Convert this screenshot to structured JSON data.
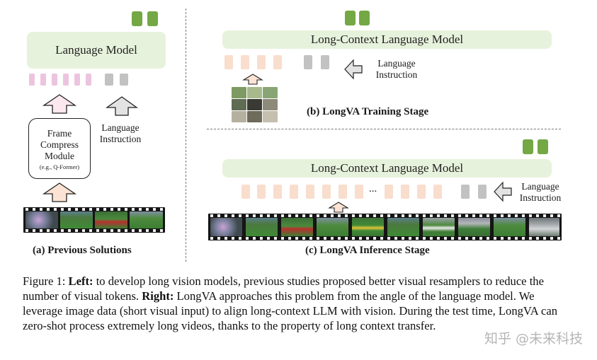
{
  "left_panel": {
    "lm_label": "Language Model",
    "compress_line1": "Frame",
    "compress_line2": "Compress",
    "compress_line3": "Module",
    "compress_note": "(e.g., Q-Former)",
    "instruction_line1": "Language",
    "instruction_line2": "Instruction",
    "caption": "(a) Previous Solutions"
  },
  "training_panel": {
    "lm_label": "Long-Context Language Model",
    "instruction_line1": "Language",
    "instruction_line2": "Instruction",
    "caption": "(b) LongVA Training Stage"
  },
  "inference_panel": {
    "lm_label": "Long-Context Language Model",
    "ellipsis": "...",
    "instruction_line1": "Language",
    "instruction_line2": "Instruction",
    "caption": "(c) LongVA Inference Stage"
  },
  "figure_caption": {
    "label": "Figure 1: ",
    "left_bold": "Left:",
    "left_text": " to develop long vision models, previous studies proposed better visual resamplers to reduce the number of visual tokens. ",
    "right_bold": "Right:",
    "right_text": " LongVA approaches this problem from the angle of the language model. We leverage image data (short visual input) to align long-context LLM with vision. During the test time, LongVA can zero-shot process extremely long videos, thanks to the property of long context transfer."
  },
  "watermark": "知乎 @未来科技",
  "colors": {
    "lm_box": "#e7f2dc",
    "output_token": "#73a845",
    "visual_token_pink": "#ecc4df",
    "visual_token_peach": "#f9ddcd",
    "text_token": "#c2c2c2",
    "pink_arrow": "#fde8ef",
    "peach_arrow": "#fde3d3",
    "grey_arrow": "#e3e3e3"
  }
}
